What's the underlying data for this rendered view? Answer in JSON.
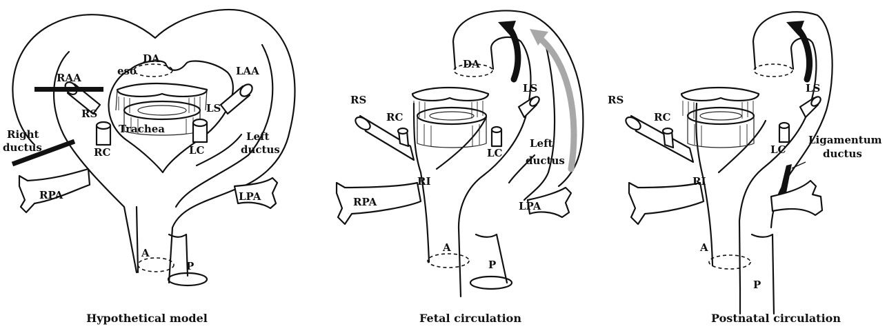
{
  "panels": [
    {
      "caption": "Hypothetical model",
      "labels": {
        "da": "DA",
        "raa": "RAA",
        "eso": "eso",
        "laa": "LAA",
        "rs": "RS",
        "ls": "LS",
        "trachea": "Trachea",
        "right_ductus_1": "Right",
        "right_ductus_2": "ductus",
        "rc": "RC",
        "lc": "LC",
        "left_ductus_1": "Left",
        "left_ductus_2": "ductus",
        "rpa": "RPA",
        "lpa": "LPA",
        "a": "A",
        "p": "P"
      }
    },
    {
      "caption": "Fetal circulation",
      "labels": {
        "da": "DA",
        "ls": "LS",
        "rs": "RS",
        "rc": "RC",
        "lc": "LC",
        "left_ductus_1": "Left",
        "left_ductus_2": "ductus",
        "ri": "RI",
        "rpa": "RPA",
        "lpa": "LPA",
        "a": "A",
        "p": "P"
      }
    },
    {
      "caption": "Postnatal circulation",
      "labels": {
        "rs": "RS",
        "rc": "RC",
        "ls": "LS",
        "lc": "LC",
        "ligamentum_1": "Ligamentum",
        "ligamentum_2": "ductus",
        "ri": "RI",
        "a": "A",
        "p": "P"
      }
    }
  ],
  "colors": {
    "line": "#111111",
    "flow_dark": "#111111",
    "flow_gray": "#a8a8a8"
  }
}
